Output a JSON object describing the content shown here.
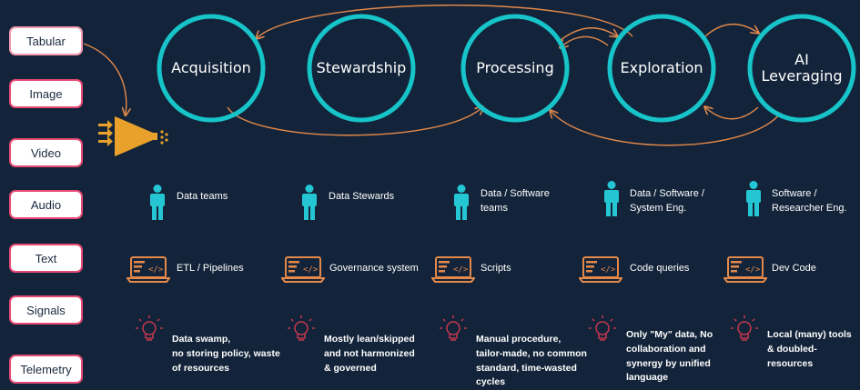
{
  "sources": [
    "Tabular",
    "Image",
    "Video",
    "Audio",
    "Text",
    "Signals",
    "Telemetry"
  ],
  "stages": [
    {
      "label": "Acquisition",
      "role": "Data teams",
      "tool": "ETL / Pipelines",
      "issue": "Data swamp,\nno storing policy, waste\nof resources"
    },
    {
      "label": "Stewardship",
      "role": "Data Stewards",
      "tool": "Governance system",
      "issue": "Mostly lean/skipped\nand not harmonized\n& governed"
    },
    {
      "label": "Processing",
      "role": "Data / Software\nteams",
      "tool": "Scripts",
      "issue": "Manual procedure,\ntailor-made, no common\nstandard, time-wasted\ncycles"
    },
    {
      "label": "Exploration",
      "role": "Data / Software /\nSystem Eng.",
      "tool": "Code queries",
      "issue": "Only \"My\" data, No\ncollaboration and\nsynergy by unified\nlanguage"
    },
    {
      "label": "AI\nLeveraging",
      "role": "Software /\nResearcher Eng.",
      "tool": "Dev Code",
      "issue": "Local (many) tools\n& doubled-\nresources"
    }
  ],
  "colors": {
    "background": "#13243a",
    "circle": "#17c4c9",
    "arrow": "#e4894a",
    "source_border": "#e84a74",
    "person": "#25c6d3",
    "tool": "#e4894a",
    "bulb": "#e0394f",
    "funnel": "#e8a12a"
  },
  "icons": {
    "role": "person-icon",
    "tool": "laptop-code-icon",
    "issue": "lightbulb-icon",
    "ingest": "funnel-icon"
  }
}
